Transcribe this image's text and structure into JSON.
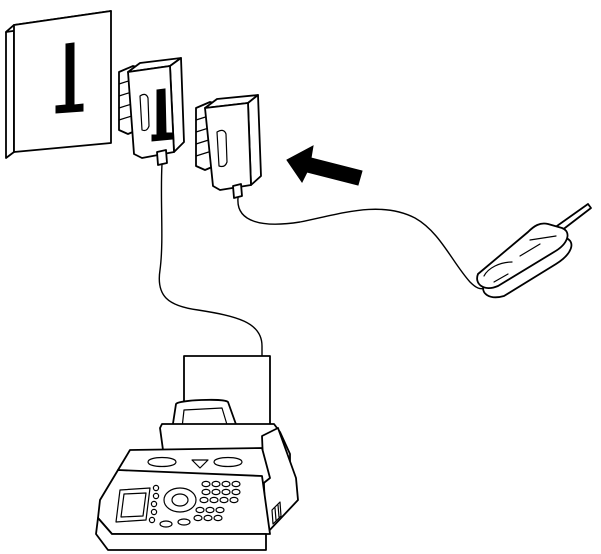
{
  "illustration": {
    "objects": [
      {
        "id": "wall-socket",
        "icon": "telephone-wall-socket-icon"
      },
      {
        "id": "adapter-plugged",
        "icon": "socket-adapter-icon"
      },
      {
        "id": "adapter-loose",
        "icon": "socket-adapter-icon"
      },
      {
        "id": "insert-arrow",
        "icon": "arrow-icon"
      },
      {
        "id": "handset",
        "icon": "telephone-handset-icon"
      },
      {
        "id": "fax-machine",
        "icon": "fax-machine-icon"
      }
    ],
    "colors": {
      "ink": "#000000",
      "paper": "#ffffff"
    }
  }
}
